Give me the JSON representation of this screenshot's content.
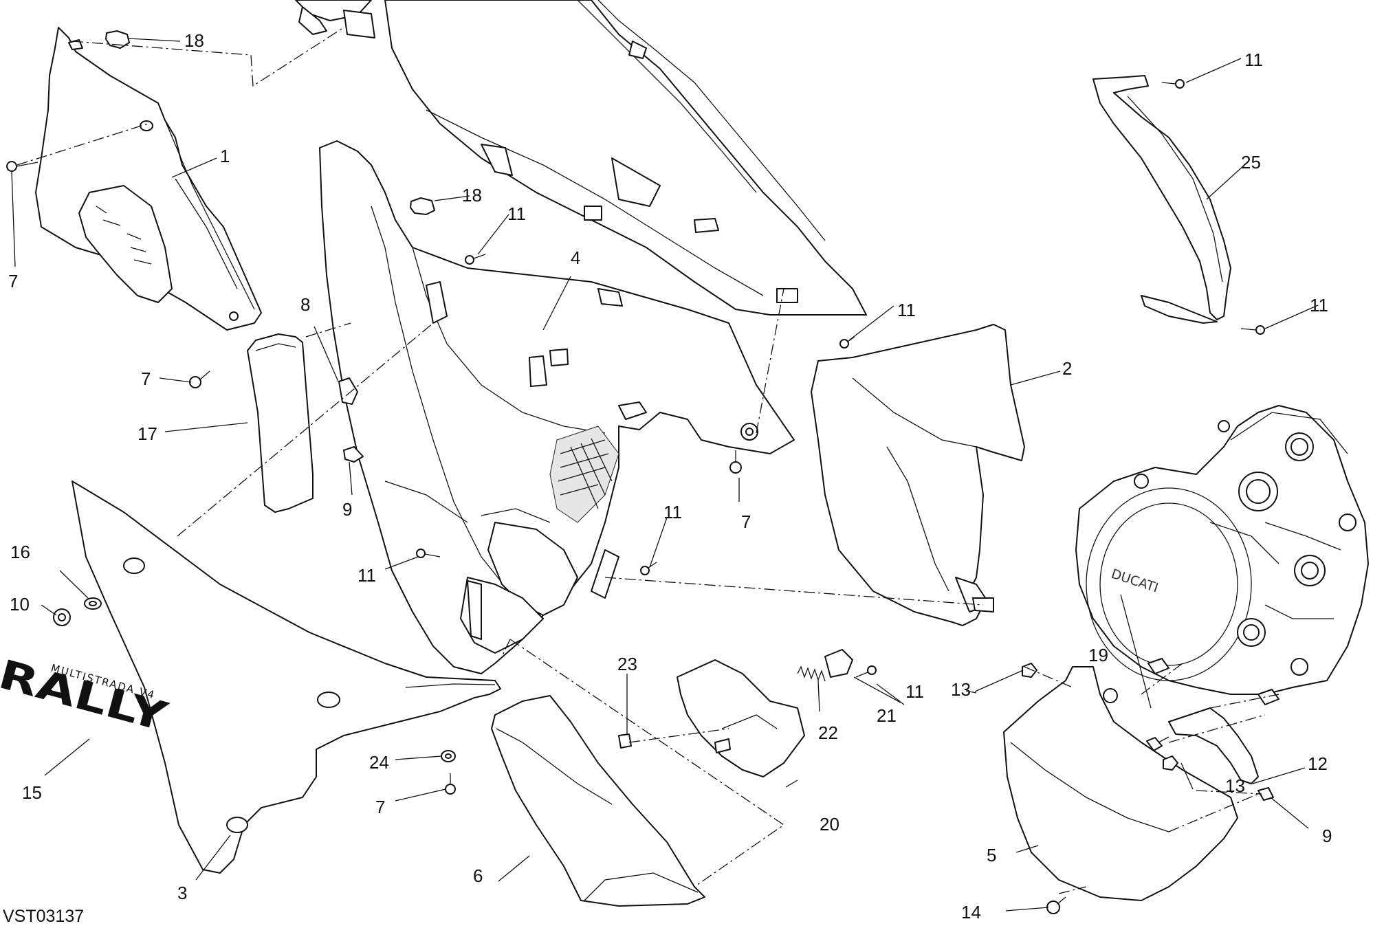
{
  "drawing_code": "VST03137",
  "decal": {
    "main_text": "RALLY",
    "sub_text": "MULTISTRADA V4"
  },
  "engine_cover_logo": "DUCATI",
  "callouts": [
    {
      "id": "c1",
      "text": "1"
    },
    {
      "id": "c2",
      "text": "2"
    },
    {
      "id": "c3",
      "text": "3"
    },
    {
      "id": "c4",
      "text": "4"
    },
    {
      "id": "c5",
      "text": "5"
    },
    {
      "id": "c6",
      "text": "6"
    },
    {
      "id": "c7a",
      "text": "7"
    },
    {
      "id": "c7b",
      "text": "7"
    },
    {
      "id": "c7c",
      "text": "7"
    },
    {
      "id": "c7d",
      "text": "7"
    },
    {
      "id": "c8",
      "text": "8"
    },
    {
      "id": "c9a",
      "text": "9"
    },
    {
      "id": "c9b",
      "text": "9"
    },
    {
      "id": "c10",
      "text": "10"
    },
    {
      "id": "c11a",
      "text": "11"
    },
    {
      "id": "c11b",
      "text": "11"
    },
    {
      "id": "c11c",
      "text": "11"
    },
    {
      "id": "c11d",
      "text": "11"
    },
    {
      "id": "c11e",
      "text": "11"
    },
    {
      "id": "c11f",
      "text": "11"
    },
    {
      "id": "c11g",
      "text": "11"
    },
    {
      "id": "c12",
      "text": "12"
    },
    {
      "id": "c13a",
      "text": "13"
    },
    {
      "id": "c13b",
      "text": "13"
    },
    {
      "id": "c14",
      "text": "14"
    },
    {
      "id": "c15",
      "text": "15"
    },
    {
      "id": "c16",
      "text": "16"
    },
    {
      "id": "c17",
      "text": "17"
    },
    {
      "id": "c18a",
      "text": "18"
    },
    {
      "id": "c18b",
      "text": "18"
    },
    {
      "id": "c19",
      "text": "19"
    },
    {
      "id": "c20",
      "text": "20"
    },
    {
      "id": "c21",
      "text": "21"
    },
    {
      "id": "c22",
      "text": "22"
    },
    {
      "id": "c23",
      "text": "23"
    },
    {
      "id": "c24",
      "text": "24"
    },
    {
      "id": "c25",
      "text": "25"
    }
  ]
}
